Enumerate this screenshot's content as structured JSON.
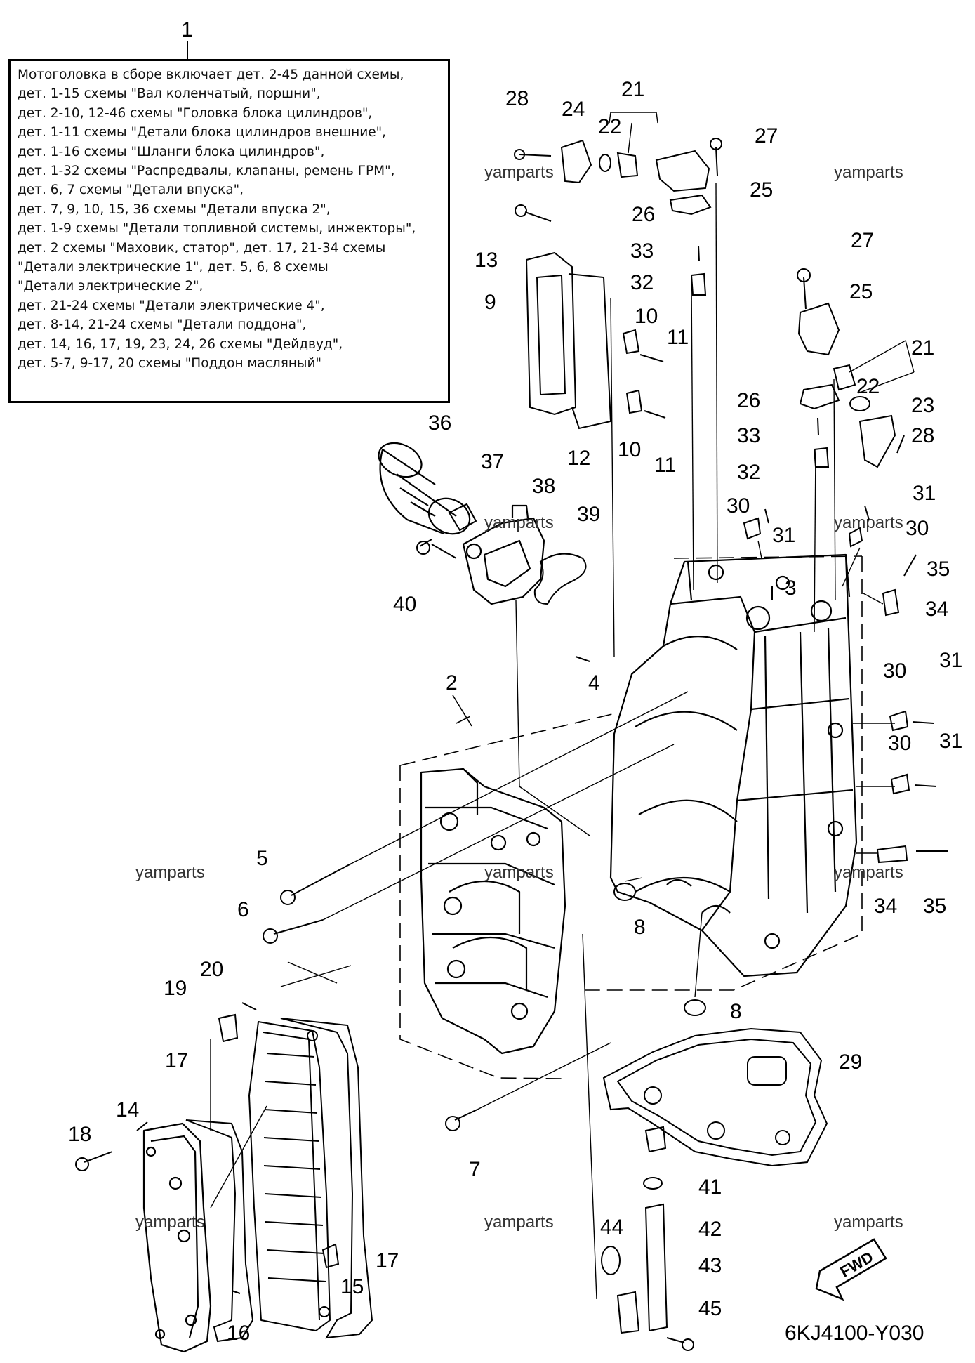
{
  "assembly_number": "1",
  "notes": [
    "Мотоголовка в сборе включает дет. 2-45 данной схемы,",
    "дет. 1-15 схемы \"Вал коленчатый, поршни\",",
    "дет. 2-10, 12-46 схемы \"Головка блока цилиндров\",",
    "дет. 1-11 схемы \"Детали блока цилиндров внешние\",",
    "дет. 1-16 схемы \"Шланги блока цилиндров\",",
    "дет. 1-32 схемы \"Распредвалы, клапаны, ремень ГРМ\",",
    "дет. 6, 7 схемы \"Детали впуска\",",
    "дет. 7, 9, 10, 15, 36 схемы \"Детали впуска 2\",",
    "дет. 1-9 схемы \"Детали топливной системы, инжекторы\",",
    "дет. 2 схемы \"Маховик, статор\", дет. 17, 21-34 схемы",
    "\"Детали электрические 1\", дет. 5, 6, 8 схемы",
    "\"Детали электрические 2\",",
    "дет. 21-24 схемы \"Детали электрические 4\",",
    "дет. 8-14, 21-24 схемы \"Детали поддона\",",
    "дет. 14, 16, 17, 19, 23, 24, 26 схемы \"Дейдвуд\",",
    "дет. 5-7, 9-17, 20 схемы \"Поддон масляный\""
  ],
  "callouts": {
    "n2": "2",
    "n3": "3",
    "n4": "4",
    "n5": "5",
    "n6": "6",
    "n7": "7",
    "n8a": "8",
    "n8b": "8",
    "n9": "9",
    "n10a": "10",
    "n10b": "10",
    "n11a": "11",
    "n11b": "11",
    "n12": "12",
    "n13": "13",
    "n14": "14",
    "n15": "15",
    "n16": "16",
    "n17a": "17",
    "n17b": "17",
    "n18": "18",
    "n19": "19",
    "n20": "20",
    "n21a": "21",
    "n21b": "21",
    "n22a": "22",
    "n22b": "22",
    "n23": "23",
    "n24": "24",
    "n25a": "25",
    "n25b": "25",
    "n26a": "26",
    "n26b": "26",
    "n27a": "27",
    "n27b": "27",
    "n28a": "28",
    "n28b": "28",
    "n29": "29",
    "n30a": "30",
    "n30b": "30",
    "n30c": "30",
    "n30d": "30",
    "n31a": "31",
    "n31b": "31",
    "n31c": "31",
    "n31d": "31",
    "n32a": "32",
    "n32b": "32",
    "n33a": "33",
    "n33b": "33",
    "n34a": "34",
    "n34b": "34",
    "n35a": "35",
    "n35b": "35",
    "n36": "36",
    "n37": "37",
    "n38": "38",
    "n39": "39",
    "n40": "40",
    "n41": "41",
    "n42": "42",
    "n43": "43",
    "n44": "44",
    "n45": "45"
  },
  "watermark": "yamparts",
  "diagram_code": "6KJ4100-Y030",
  "fwd_label": "FWD"
}
